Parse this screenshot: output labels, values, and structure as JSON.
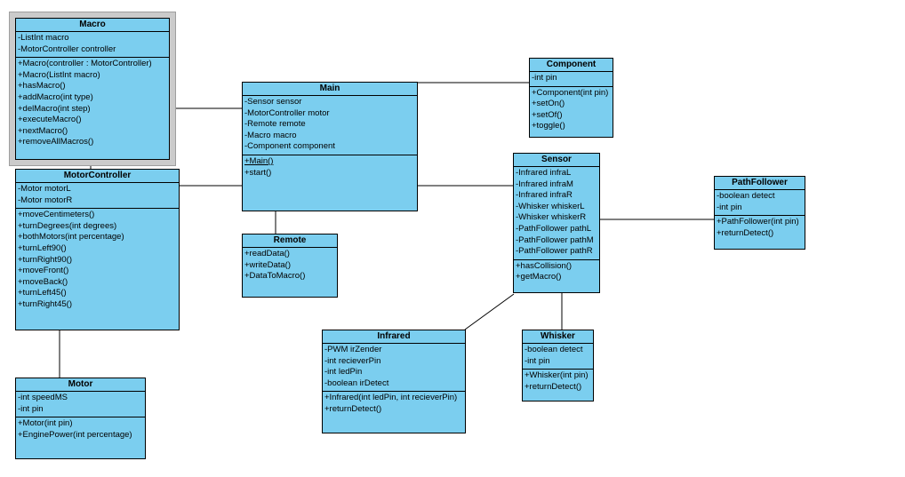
{
  "diagram": {
    "kind": "uml-class-diagram",
    "colors": {
      "box_fill": "#7bceef",
      "box_border": "#000000",
      "background": "#ffffff",
      "selection_frame": "#cbcbcb"
    },
    "classes": [
      {
        "id": "macro",
        "title": "Macro",
        "selected": true,
        "attributes": [
          "-ListInt macro",
          "-MotorController controller"
        ],
        "methods": [
          "+Macro(controller : MotorController)",
          "+Macro(ListInt macro)",
          "+hasMacro()",
          "+addMacro(int type)",
          "+delMacro(int step)",
          "+executeMacro()",
          "+nextMacro()",
          "+removeAllMacros()"
        ]
      },
      {
        "id": "motorcontroller",
        "title": "MotorController",
        "attributes": [
          "-Motor motorL",
          "-Motor motorR"
        ],
        "methods": [
          "+moveCentimeters()",
          "+turnDegrees(int degrees)",
          "+bothMotors(int percentage)",
          "+turnLeft90()",
          "+turnRight90()",
          "+moveFront()",
          "+moveBack()",
          "+turnLeft45()",
          "+turnRight45()"
        ]
      },
      {
        "id": "motor",
        "title": "Motor",
        "attributes": [
          "-int speedMS",
          "-int pin"
        ],
        "methods": [
          "+Motor(int pin)",
          "+EnginePower(int percentage)"
        ]
      },
      {
        "id": "main",
        "title": "Main",
        "attributes": [
          "-Sensor sensor",
          "-MotorController motor",
          "-Remote remote",
          "-Macro macro",
          "-Component component"
        ],
        "methods": [
          {
            "text": "+Main()",
            "underline": true
          },
          "+start()"
        ]
      },
      {
        "id": "remote",
        "title": "Remote",
        "attributes": [],
        "methods": [
          "+readData()",
          "+writeData()",
          "+DataToMacro()"
        ]
      },
      {
        "id": "component",
        "title": "Component",
        "attributes": [
          "-int pin"
        ],
        "methods": [
          "+Component(int pin)",
          "+setOn()",
          "+setOf()",
          "+toggle()"
        ]
      },
      {
        "id": "sensor",
        "title": "Sensor",
        "attributes": [
          "-Infrared infraL",
          "-Infrared infraM",
          "-Infrared infraR",
          "-Whisker whiskerL",
          "-Whisker whiskerR",
          "-PathFollower pathL",
          "-PathFollower pathM",
          "-PathFollower pathR"
        ],
        "methods": [
          "+hasCollision()",
          "+getMacro()"
        ]
      },
      {
        "id": "pathfollower",
        "title": "PathFollower",
        "attributes": [
          "-boolean detect",
          "-int pin"
        ],
        "methods": [
          "+PathFollower(int pin)",
          "+returnDetect()"
        ]
      },
      {
        "id": "infrared",
        "title": "Infrared",
        "attributes": [
          "-PWM irZender",
          "-int recieverPin",
          "-int ledPin",
          "-boolean irDetect"
        ],
        "methods": [
          "+Infrared(int ledPin, int recieverPin)",
          "+returnDetect()"
        ]
      },
      {
        "id": "whisker",
        "title": "Whisker",
        "attributes": [
          "-boolean detect",
          "-int pin"
        ],
        "methods": [
          "+Whisker(int pin)",
          "+returnDetect()"
        ]
      }
    ],
    "relationships": [
      {
        "from": "Macro",
        "to": "Main"
      },
      {
        "from": "Macro",
        "to": "MotorController"
      },
      {
        "from": "MotorController",
        "to": "Main"
      },
      {
        "from": "MotorController",
        "to": "Motor"
      },
      {
        "from": "Main",
        "to": "Remote"
      },
      {
        "from": "Main",
        "to": "Component"
      },
      {
        "from": "Main",
        "to": "Sensor"
      },
      {
        "from": "Sensor",
        "to": "PathFollower"
      },
      {
        "from": "Sensor",
        "to": "Infrared"
      },
      {
        "from": "Sensor",
        "to": "Whisker"
      }
    ]
  }
}
